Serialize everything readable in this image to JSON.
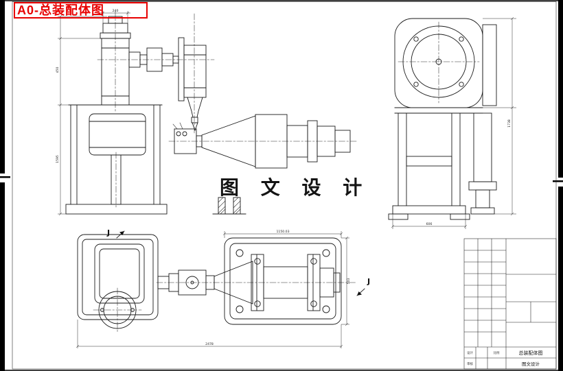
{
  "page": {
    "red_label": "A0-总装配体图",
    "watermark": "图 文 设 计",
    "accent_red": "#e80000",
    "line_color": "#1a1a1a",
    "background": "#ffffff"
  },
  "annotations": {
    "section_j_plan": "J",
    "section_j_right": "J"
  },
  "dimensions": {
    "front_top_width": "240",
    "front_height_upper": "450",
    "front_height_total": "1595",
    "side_height": "1738",
    "side_width": "606",
    "plan_plate_width": "1150.03",
    "plan_total_length": "2478",
    "plan_plate_depth": "503"
  },
  "title_block": {
    "drawing_title": "总装配体图",
    "company": "图文设计",
    "labels": {
      "design": "设计",
      "check": "审核",
      "scale": "比例"
    }
  }
}
